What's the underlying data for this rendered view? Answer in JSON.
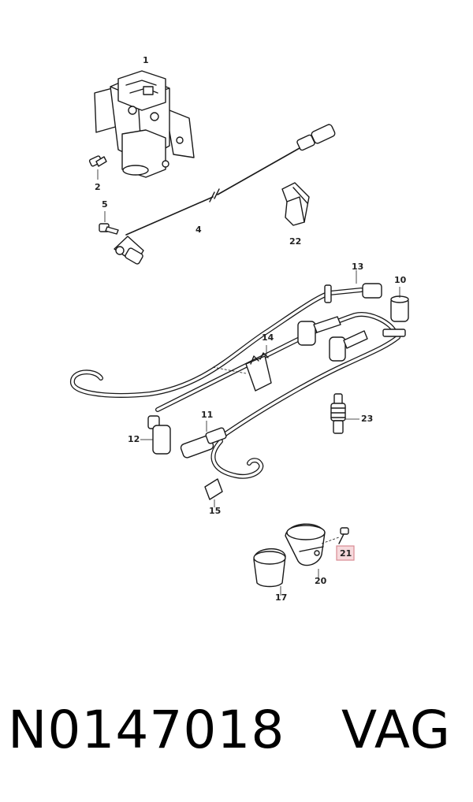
{
  "diagram": {
    "callouts": [
      {
        "id": "1",
        "label": "1"
      },
      {
        "id": "2",
        "label": "2"
      },
      {
        "id": "4",
        "label": "4"
      },
      {
        "id": "5",
        "label": "5"
      },
      {
        "id": "22",
        "label": "22"
      },
      {
        "id": "13",
        "label": "13"
      },
      {
        "id": "10",
        "label": "10"
      },
      {
        "id": "14",
        "label": "14"
      },
      {
        "id": "11",
        "label": "11"
      },
      {
        "id": "12",
        "label": "12"
      },
      {
        "id": "23",
        "label": "23"
      },
      {
        "id": "15",
        "label": "15"
      },
      {
        "id": "21",
        "label": "21",
        "highlighted": true
      },
      {
        "id": "20",
        "label": "20"
      },
      {
        "id": "17",
        "label": "17"
      }
    ],
    "highlight_color": "#f6d9dc",
    "highlight_border": "#d98a92"
  },
  "footer": {
    "part_number": "N0147018",
    "brand": "VAG"
  }
}
